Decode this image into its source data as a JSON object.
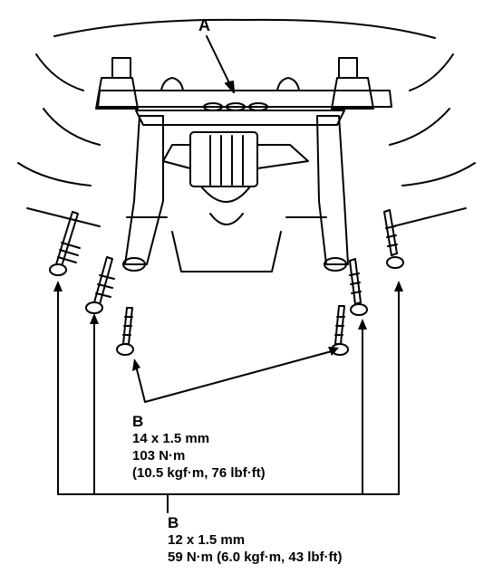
{
  "label_a": "A",
  "callout_upper": {
    "letter": "B",
    "size": "14 x 1.5 mm",
    "torque_nm": "103 N·m",
    "torque_alt": "(10.5 kgf·m, 76 lbf·ft)"
  },
  "callout_lower": {
    "letter": "B",
    "size": "12 x 1.5 mm",
    "torque": "59 N·m (6.0 kgf·m, 43 lbf·ft)"
  },
  "colors": {
    "ink": "#000000",
    "paper": "#ffffff",
    "shade": "#6b6b6b"
  }
}
